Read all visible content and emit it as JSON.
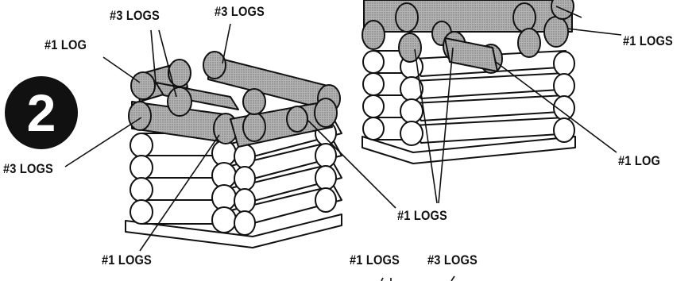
{
  "step_number": "2",
  "labels": {
    "log1_left": "#1 LOG",
    "logs3_top_left": "#3 LOGS",
    "logs3_top_mid": "#3 LOGS",
    "logs3_left": "#3 LOGS",
    "logs1_bottom_left": "#1 LOGS",
    "logs1_right_top": "#1 LOGS",
    "log1_right": "#1 LOG",
    "logs1_center": "#1 LOGS",
    "logs1_bottom_mid": "#1 LOGS",
    "logs3_bottom_right": "#3 LOGS"
  },
  "colors": {
    "new_log_fill": "#a8a8a8",
    "old_log_fill": "#ffffff",
    "ink": "#111111",
    "badge": "#111111"
  }
}
